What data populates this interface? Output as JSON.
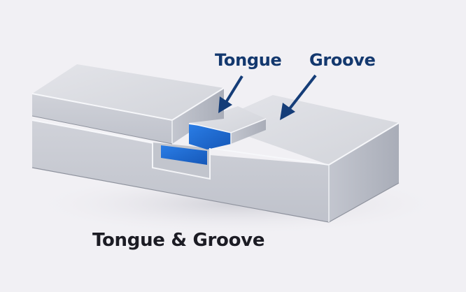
{
  "diagram": {
    "title": "Tongue & Groove",
    "labels": {
      "tongue": "Tongue",
      "groove": "Groove"
    },
    "colors": {
      "background": "#f1f0f4",
      "label_text": "#13386e",
      "arrow": "#153d78",
      "caption_text": "#1c1c24",
      "metal_top": "#dcdde2",
      "metal_front": "#c9cbd3",
      "metal_side": "#b8bbc4",
      "groove_blue": "#1f6fd6"
    }
  }
}
